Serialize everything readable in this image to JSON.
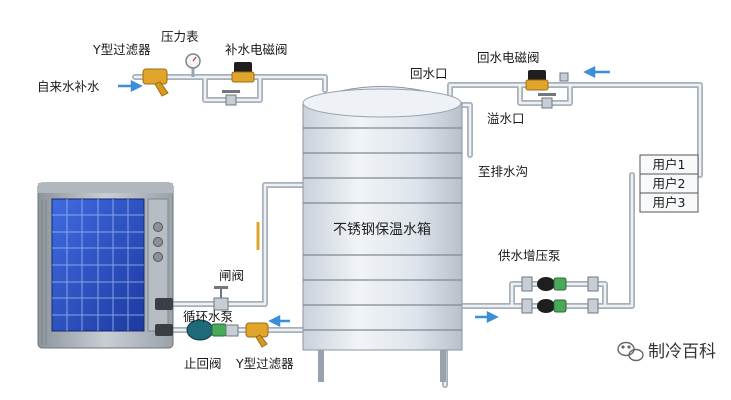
{
  "labels": {
    "pressure_gauge": "压力表",
    "y_filter_top": "Y型过滤器",
    "makeup_solenoid": "补水电磁阀",
    "tap_water_makeup": "自来水补水",
    "return_solenoid": "回水电磁阀",
    "return_port": "回水口",
    "overflow_port": "溢水口",
    "to_drain": "至排水沟",
    "tank": "不锈钢保温水箱",
    "booster_pump": "供水增压泵",
    "gate_valve": "闸阀",
    "circ_pump": "循环水泵",
    "check_valve": "止回阀",
    "y_filter_bottom": "Y型过滤器"
  },
  "users": [
    "用户1",
    "用户2",
    "用户3"
  ],
  "watermark": "制冷百科",
  "colors": {
    "pipe": "#dfe4ea",
    "pipe_edge": "#9aa4ae",
    "flow_arrow": "#3a8fd8",
    "tank_body": "#e4e9ef",
    "solar_blue": "#2f55c9",
    "valve_brass": "#e1a52c",
    "pump_green": "#4aa85a",
    "solenoid_black": "#1e1e1e"
  }
}
